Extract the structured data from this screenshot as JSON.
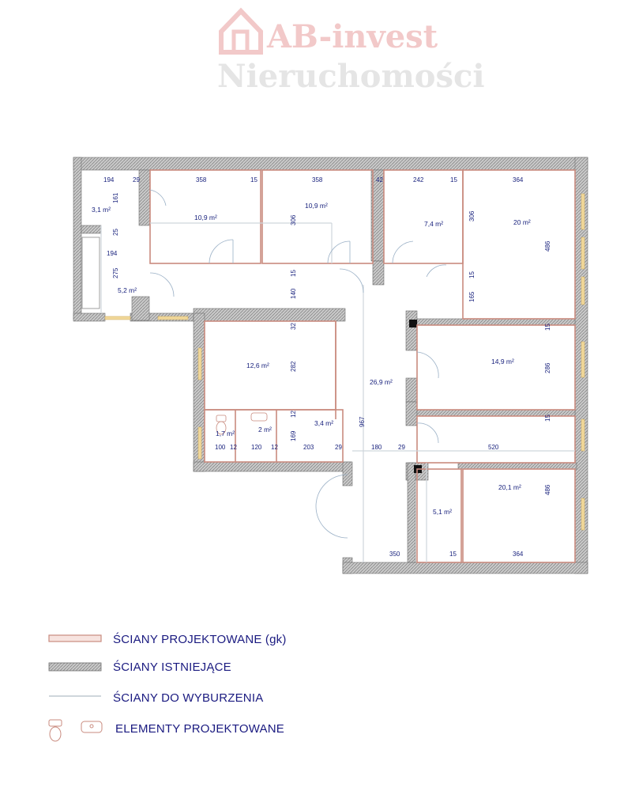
{
  "watermark": {
    "brand": "AB-invest",
    "tagline": "Nieruchomości"
  },
  "areas": [
    {
      "id": "a1",
      "text": "3,1 m²"
    },
    {
      "id": "a2",
      "text": "10,9 m²"
    },
    {
      "id": "a3",
      "text": "10,9 m²"
    },
    {
      "id": "a4",
      "text": "7,4 m²"
    },
    {
      "id": "a5",
      "text": "20 m²"
    },
    {
      "id": "a6",
      "text": "5,2 m²"
    },
    {
      "id": "a7",
      "text": "12,6 m²"
    },
    {
      "id": "a8",
      "text": "26,9 m²"
    },
    {
      "id": "a9",
      "text": "14,9 m²"
    },
    {
      "id": "a10",
      "text": "1,7 m²"
    },
    {
      "id": "a11",
      "text": "2 m²"
    },
    {
      "id": "a12",
      "text": "3,4 m²"
    },
    {
      "id": "a13",
      "text": "20,1 m²"
    },
    {
      "id": "a14",
      "text": "5,1 m²"
    }
  ],
  "dimensions": [
    {
      "id": "d1",
      "text": "194"
    },
    {
      "id": "d2",
      "text": "29"
    },
    {
      "id": "d3",
      "text": "358"
    },
    {
      "id": "d4",
      "text": "15"
    },
    {
      "id": "d5",
      "text": "358"
    },
    {
      "id": "d6",
      "text": "42"
    },
    {
      "id": "d7",
      "text": "242"
    },
    {
      "id": "d8",
      "text": "15"
    },
    {
      "id": "d9",
      "text": "364"
    },
    {
      "id": "d10",
      "text": "161"
    },
    {
      "id": "d11",
      "text": "25"
    },
    {
      "id": "d12",
      "text": "194"
    },
    {
      "id": "d13",
      "text": "275"
    },
    {
      "id": "d14",
      "text": "306"
    },
    {
      "id": "d15",
      "text": "306"
    },
    {
      "id": "d16",
      "text": "486"
    },
    {
      "id": "d17",
      "text": "15"
    },
    {
      "id": "d18",
      "text": "165"
    },
    {
      "id": "d19",
      "text": "15"
    },
    {
      "id": "d20",
      "text": "140"
    },
    {
      "id": "d21",
      "text": "32"
    },
    {
      "id": "d22",
      "text": "15"
    },
    {
      "id": "d23",
      "text": "282"
    },
    {
      "id": "d24",
      "text": "286"
    },
    {
      "id": "d25",
      "text": "12"
    },
    {
      "id": "d26",
      "text": "15"
    },
    {
      "id": "d27",
      "text": "967"
    },
    {
      "id": "d28",
      "text": "169"
    },
    {
      "id": "d29",
      "text": "100"
    },
    {
      "id": "d30",
      "text": "12"
    },
    {
      "id": "d31",
      "text": "120"
    },
    {
      "id": "d32",
      "text": "12"
    },
    {
      "id": "d33",
      "text": "203"
    },
    {
      "id": "d34",
      "text": "29"
    },
    {
      "id": "d35",
      "text": "180"
    },
    {
      "id": "d36",
      "text": "29"
    },
    {
      "id": "d37",
      "text": "520"
    },
    {
      "id": "d38",
      "text": "486"
    },
    {
      "id": "d39",
      "text": "350"
    },
    {
      "id": "d40",
      "text": "15"
    },
    {
      "id": "d41",
      "text": "364"
    }
  ],
  "legend": {
    "projected_walls": "ŚCIANY PROJEKTOWANE (gk)",
    "existing_walls": "ŚCIANY ISTNIEJĄCE",
    "demolition_walls": "ŚCIANY DO WYBURZENIA",
    "projected_elements": "ELEMENTY PROJEKTOWANE"
  },
  "colors": {
    "projected_wall": "#c98b7f",
    "existing_wall": "#8a8a8a",
    "demolition_wall": "#cfd6dc",
    "text": "#1a237e",
    "window": "#f1d89a",
    "door": "#6a7f9a"
  }
}
